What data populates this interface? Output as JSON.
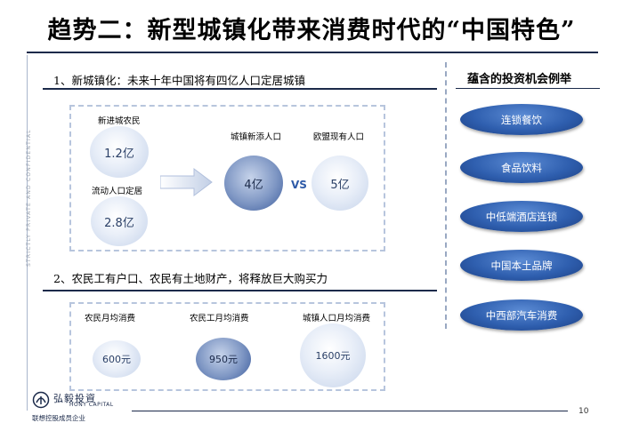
{
  "title": "趋势二：新型城镇化带来消费时代的“中国特色”",
  "side_text": "STRICTLY PRIVATE AND CONFIDENTIAL",
  "section1": {
    "heading": "1、新城镇化：未来十年中国将有四亿人口定居城镇",
    "left_labels": [
      "新进城农民",
      "流动人口定居"
    ],
    "left_values": [
      "1.2亿",
      "2.8亿"
    ],
    "right_labels": [
      "城镇新添人口",
      "欧盟现有人口"
    ],
    "right_values": [
      "4亿",
      "5亿"
    ],
    "vs": "VS"
  },
  "section2": {
    "heading": "2、农民工有户口、农民有土地财产，将释放巨大购买力",
    "labels": [
      "农民月均消费",
      "农民工月均消费",
      "城镇人口月均消费"
    ],
    "values": [
      "600元",
      "950元",
      "1600元"
    ]
  },
  "opportunities": {
    "title": "蕴含的投资机会例举",
    "items": [
      "连锁餐饮",
      "食品饮料",
      "中低端酒店连锁",
      "中国本土品牌",
      "中西部汽车消费"
    ]
  },
  "footer": {
    "logo_cn": "弘毅投資",
    "logo_en": "HONY CAPITAL",
    "sub": "联想控股成员企业",
    "page": "10"
  },
  "colors": {
    "navy": "#1b2a4a",
    "accent_blue": "#2f5faf",
    "dash_border": "#b7c5dd"
  }
}
